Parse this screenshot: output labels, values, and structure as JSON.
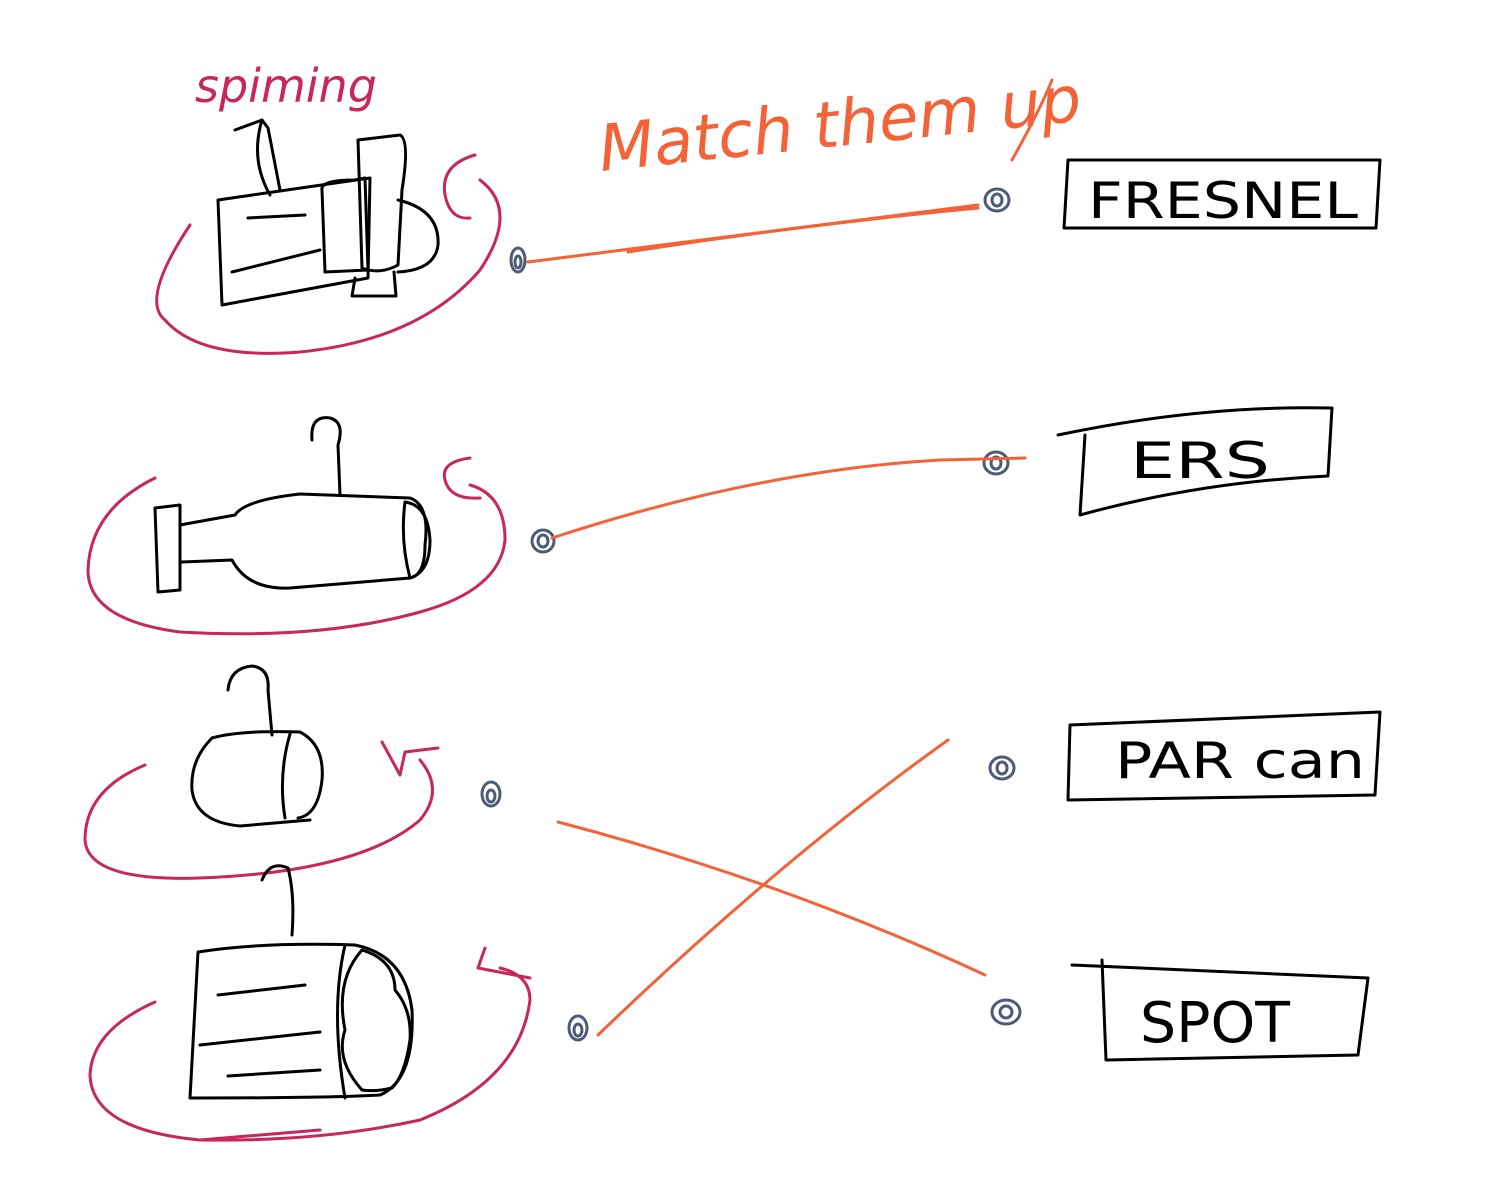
{
  "annotations": {
    "spinning_note": "spiming",
    "instruction": "Match them up"
  },
  "labels": [
    {
      "id": "fresnel",
      "text": "FRESNEL"
    },
    {
      "id": "ers",
      "text": "ERS"
    },
    {
      "id": "par",
      "text": "PAR can"
    },
    {
      "id": "spot",
      "text": "SPOT"
    }
  ],
  "fixtures": [
    {
      "id": "fixture-1",
      "description": "boxy fixture with barn doors"
    },
    {
      "id": "fixture-2",
      "description": "long tube fixture"
    },
    {
      "id": "fixture-3",
      "description": "round can fixture"
    },
    {
      "id": "fixture-4",
      "description": "large drum fixture"
    }
  ],
  "connections": [
    {
      "from": "fixture-1",
      "to": "fresnel"
    },
    {
      "from": "fixture-2",
      "to": "ers"
    },
    {
      "from": "fixture-3",
      "to": "spot"
    },
    {
      "from": "fixture-4",
      "to": "par"
    }
  ],
  "colors": {
    "sketch": "#000000",
    "rotation_arrows": "#c8265c",
    "match_lines": "#f46238",
    "connector_dots": "#4d5b76"
  }
}
